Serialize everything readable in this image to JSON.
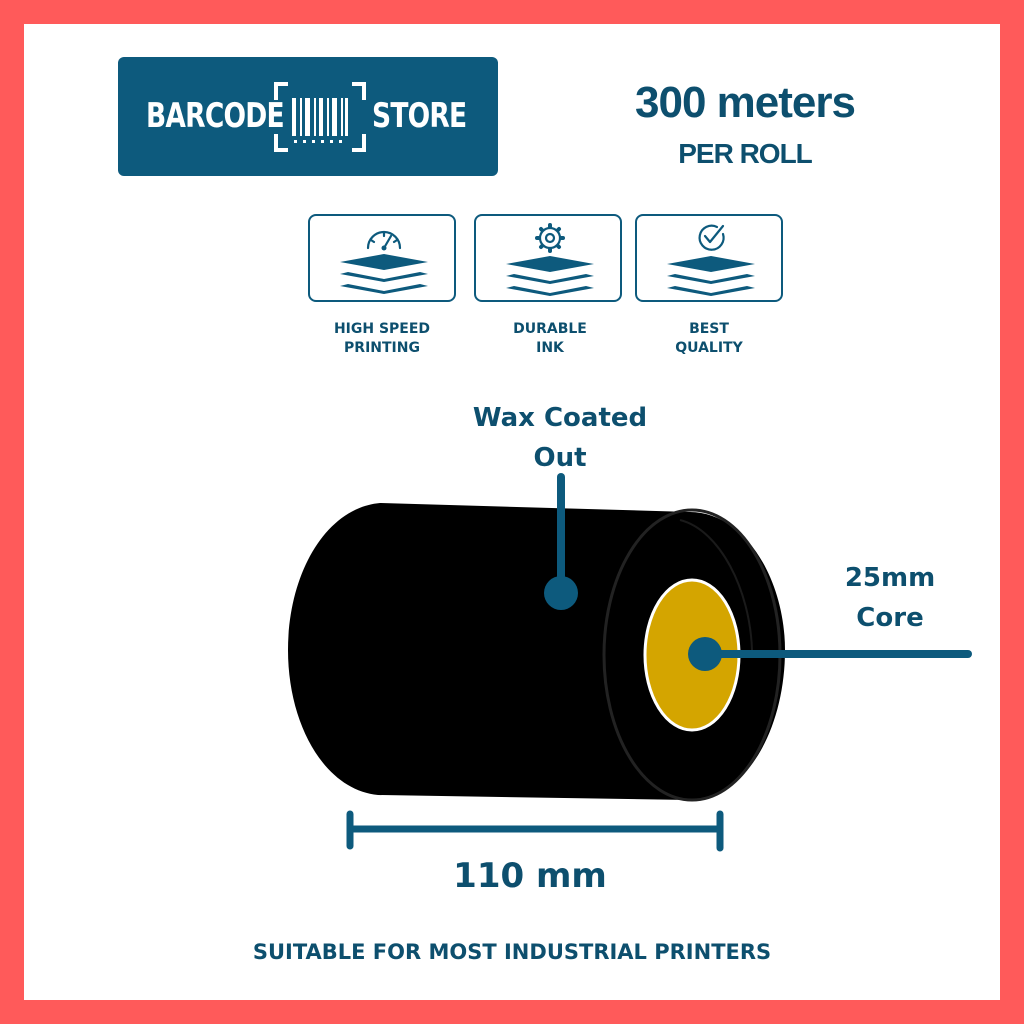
{
  "brand": {
    "left_word": "BARCODE",
    "right_word": "STORE",
    "logo_icon": "barcode-brackets-icon",
    "color": "#0d5a7d"
  },
  "headline": {
    "length": "300 meters",
    "unit": "PER ROLL"
  },
  "features": [
    {
      "icon": "speedometer-icon",
      "line1": "HIGH SPEED",
      "line2": "PRINTING"
    },
    {
      "icon": "gear-icon",
      "line1": "DURABLE",
      "line2": "INK"
    },
    {
      "icon": "checkmark-badge-icon",
      "line1": "BEST",
      "line2": "QUALITY"
    }
  ],
  "diagram": {
    "coating_line1": "Wax Coated",
    "coating_line2": "Out",
    "core_line1": "25mm",
    "core_line2": "Core",
    "width": "110 mm",
    "roll_color": "#000000",
    "core_color": "#d4a500",
    "accent_color": "#0d5a7d"
  },
  "footer": "SUITABLE FOR MOST INDUSTRIAL PRINTERS",
  "colors": {
    "frame": "#ff5a5a",
    "text": "#0d4f6e"
  }
}
